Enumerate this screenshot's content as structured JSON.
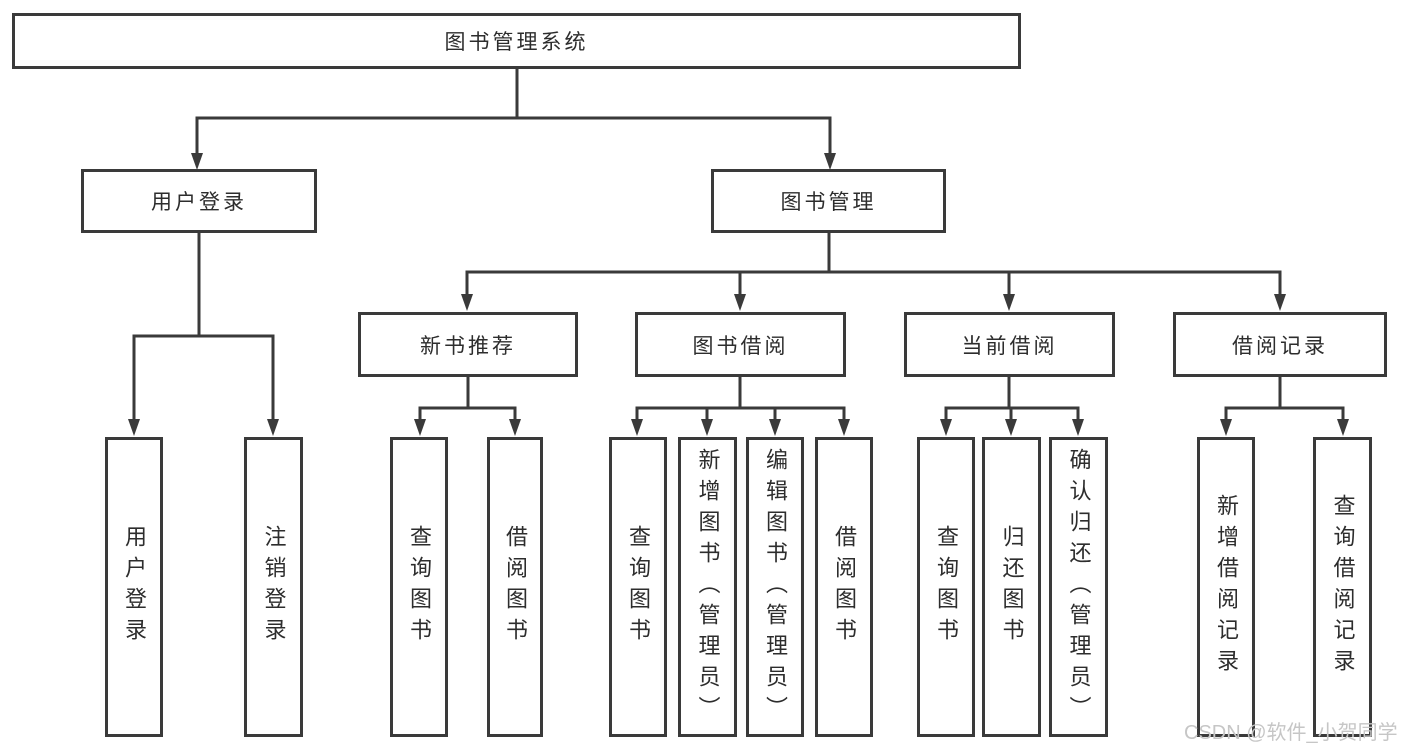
{
  "diagram_title": "图书管理系统",
  "colors": {
    "line": "#3a3a3a",
    "text": "#2d2d2d",
    "box_background": "#ffffff",
    "watermark": "#c6c6c6"
  },
  "root": {
    "label": "图书管理系统"
  },
  "branches": [
    {
      "label": "用户登录",
      "leaves": [
        "用户登录",
        "注销登录"
      ]
    },
    {
      "label": "图书管理",
      "groups": [
        {
          "label": "新书推荐",
          "leaves": [
            "查询图书",
            "借阅图书"
          ]
        },
        {
          "label": "图书借阅",
          "leaves": [
            "查询图书",
            "新增图书（管理员）",
            "编辑图书（管理员）",
            "借阅图书"
          ]
        },
        {
          "label": "当前借阅",
          "leaves": [
            "查询图书",
            "归还图书",
            "确认归还（管理员）"
          ]
        },
        {
          "label": "借阅记录",
          "leaves": [
            "新增借阅记录",
            "查询借阅记录"
          ]
        }
      ]
    }
  ],
  "watermark": "CSDN @软件_小贺同学"
}
